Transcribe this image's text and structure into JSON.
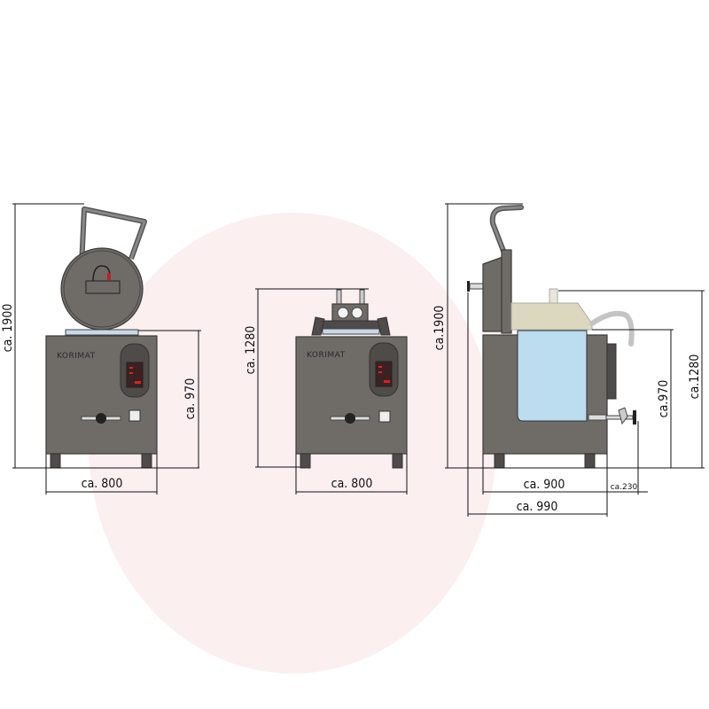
{
  "brand": "KORIMAT",
  "views": {
    "front": {
      "height_total": "ca. 1900",
      "height_body": "ca. 970",
      "width": "ca. 800"
    },
    "front_closed": {
      "height": "ca. 1280",
      "width": "ca. 800"
    },
    "side": {
      "height_total": "ca.1900",
      "height_body": "ca.970",
      "height_lid": "ca.1280",
      "depth": "ca. 900",
      "tap": "ca.230",
      "depth_total": "ca. 990"
    }
  },
  "colors": {
    "body": "#6f6b67",
    "tank": "#bcdcf0",
    "lid": "#dcd8c0",
    "display": "#c0202a"
  }
}
